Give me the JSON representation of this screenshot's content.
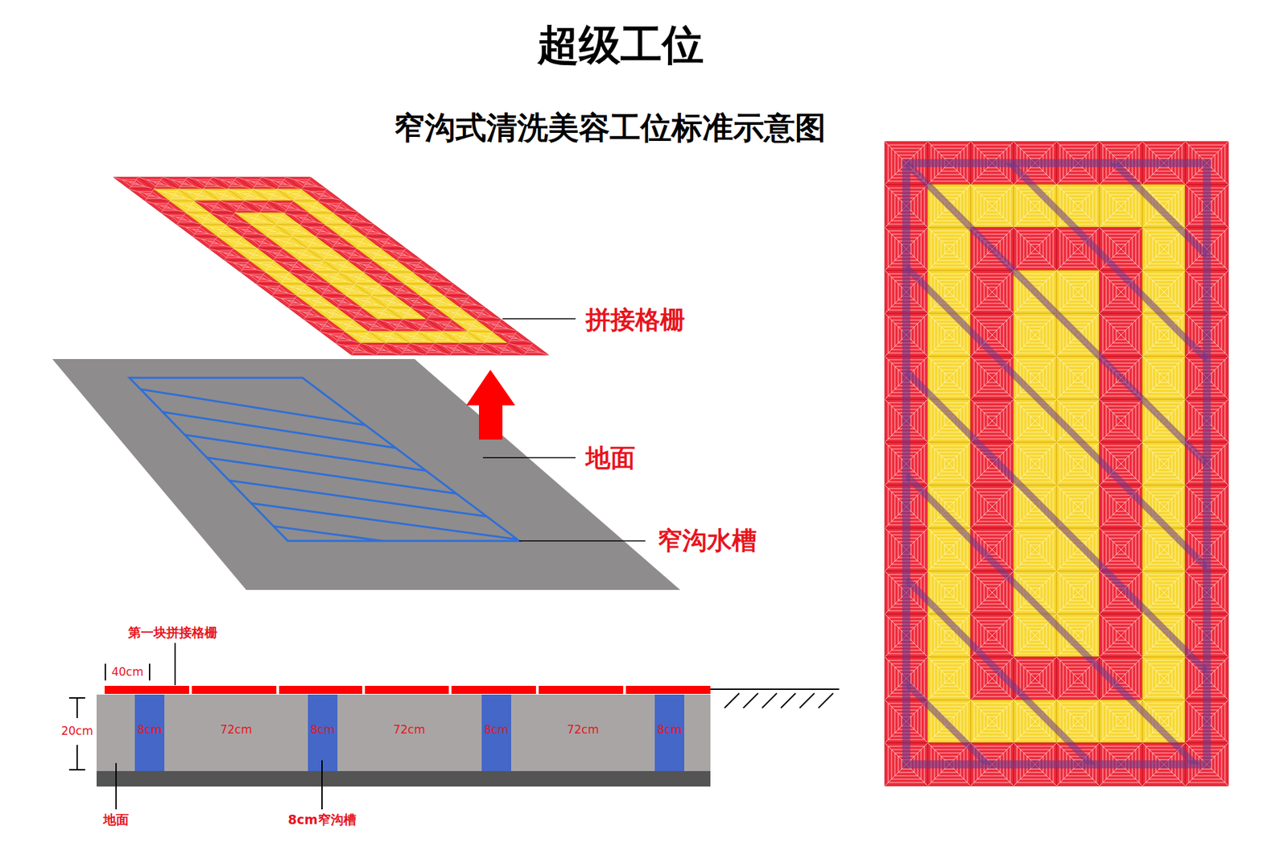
{
  "diagram": {
    "title": "超级工位",
    "labels": [
      "窄沟式清洗美容工位标准示意图",
      "拼接格栅",
      "地面",
      "窄沟水槽",
      "第一块拼接格栅",
      "40cm",
      "20cm",
      "8cm",
      "72cm",
      "8cm",
      "72cm",
      "8cm",
      "72cm",
      "8cm",
      "地面",
      "8cm窄沟槽"
    ]
  }
}
